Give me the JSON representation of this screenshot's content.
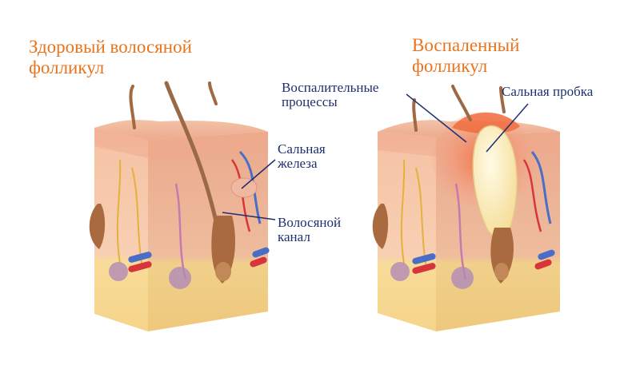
{
  "colors": {
    "title": "#e8741e",
    "label": "#1f2f6f",
    "skin_epidermis": "#f2b49a",
    "skin_dermis": "#f7c9ad",
    "fat_layer": "#f8dc98",
    "hair_follicle": "#a86a3e",
    "inflammation": "#f07a4a",
    "sebum_plug": "#fff2c0",
    "artery": "#d8343b",
    "vein": "#4a6ec8",
    "gland": "#b089b8"
  },
  "healthy": {
    "title": "Здоровый волосяной\nфолликул",
    "labels": {
      "sebaceous_gland": "Сальная\nжелеза",
      "hair_canal": "Волосяной\nканал"
    }
  },
  "inflamed": {
    "title": "Воспаленный\nфолликул",
    "labels": {
      "inflammatory_processes": "Воспалительные\nпроцессы",
      "sebum_plug": "Сальная пробка"
    }
  }
}
